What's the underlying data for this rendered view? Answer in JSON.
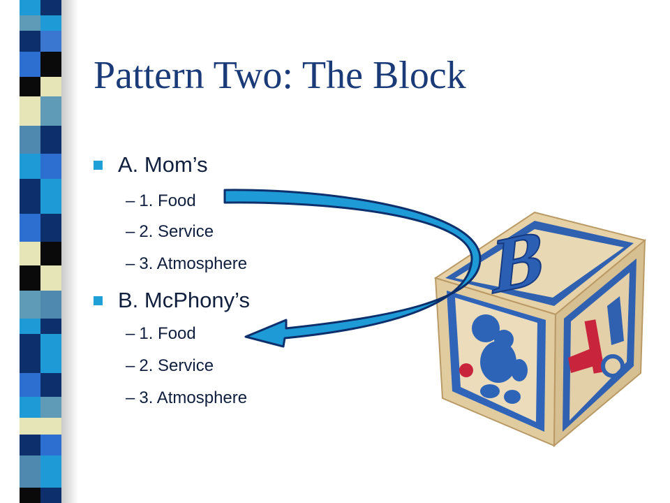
{
  "slide": {
    "title": "Pattern Two:  The Block",
    "sections": [
      {
        "label": "A. Mom’s",
        "items": [
          "1. Food",
          "2. Service",
          "3. Atmosphere"
        ]
      },
      {
        "label": "B. McPhony’s",
        "items": [
          "1. Food",
          "2. Service",
          "3. Atmosphere"
        ]
      }
    ],
    "dash": "–",
    "block_letter": "B"
  },
  "colors": {
    "title": "#1a3a78",
    "bullet": "#1fa0d6",
    "arrow_fill": "#1e9bd7",
    "block_blue": "#2a5fb4",
    "block_red": "#c8243c",
    "block_wood": "#e9d8b4"
  },
  "icons": {
    "bullet": "square-bullet-icon",
    "arrow": "curved-arrow-icon",
    "block": "toy-block-icon"
  }
}
